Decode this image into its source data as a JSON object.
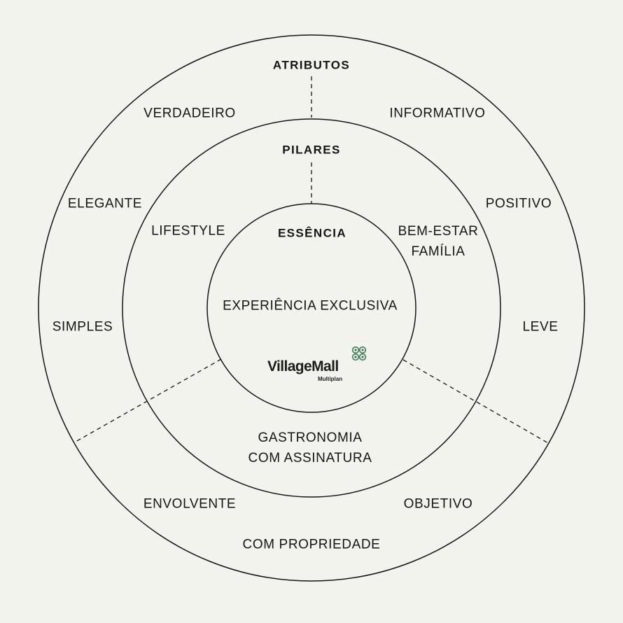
{
  "outer_ring": {
    "heading": "ATRIBUTOS",
    "items": [
      "VERDADEIRO",
      "INFORMATIVO",
      "ELEGANTE",
      "POSITIVO",
      "SIMPLES",
      "LEVE",
      "ENVOLVENTE",
      "OBJETIVO",
      "COM PROPRIEDADE"
    ]
  },
  "middle_ring": {
    "heading": "PILARES",
    "items": [
      "LIFESTYLE",
      "BEM-ESTAR\nFAMÍLIA",
      "GASTRONOMIA\nCOM ASSINATURA"
    ]
  },
  "inner_circle": {
    "heading": "ESSÊNCIA",
    "text": "EXPERIÊNCIA EXCLUSIVA"
  },
  "logo": {
    "wordmark": "VillageMall",
    "sub": "Multiplan",
    "mark_color": "#3f7a57"
  },
  "colors": {
    "background": "#f3f3ee",
    "line": "#141414"
  }
}
